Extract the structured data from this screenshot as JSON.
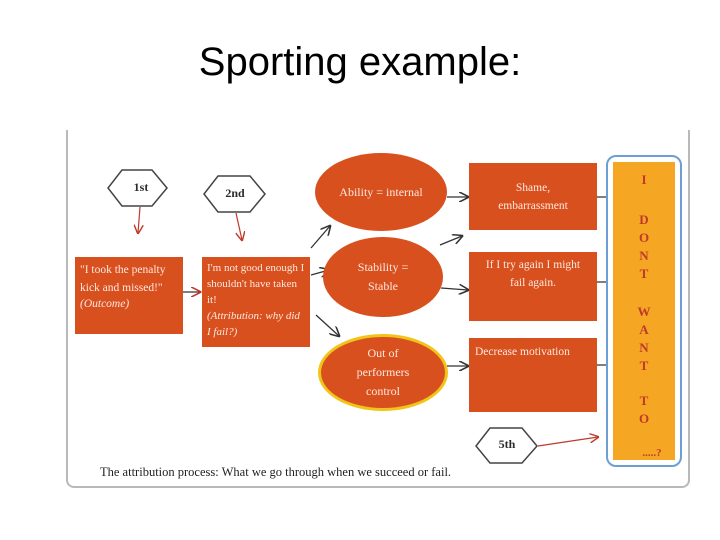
{
  "title": "Sporting example:",
  "badges": {
    "first": "1st",
    "second": "2nd",
    "fifth": "5th"
  },
  "outcome_box": {
    "quote": "\"I took the penalty kick and missed!\"",
    "tag": "(Outcome)"
  },
  "attribution_box": {
    "text": "I'm not good enough I shouldn't have taken it!",
    "tag": "(Attribution: why did I fail?)"
  },
  "ellipses": {
    "ability": "Ability = internal",
    "stability": "Stability = Stable",
    "control": "Out of performers control"
  },
  "consequences": {
    "shame": "Shame, embarrassment",
    "fail_again": "If I try again I might fail again.",
    "motivation": "Decrease motivation"
  },
  "column": {
    "letters": [
      "I",
      "D",
      "O",
      "N",
      "T",
      "W",
      "A",
      "N",
      "T",
      "T",
      "O"
    ],
    "ending": ".....?"
  },
  "caption": "The attribution process: What we go through when we succeed or fail.",
  "colors": {
    "box": "#d9501f",
    "column_fill": "#f5a623",
    "column_border": "#6d9fd2",
    "ellipse_outline": "#f0c419"
  }
}
